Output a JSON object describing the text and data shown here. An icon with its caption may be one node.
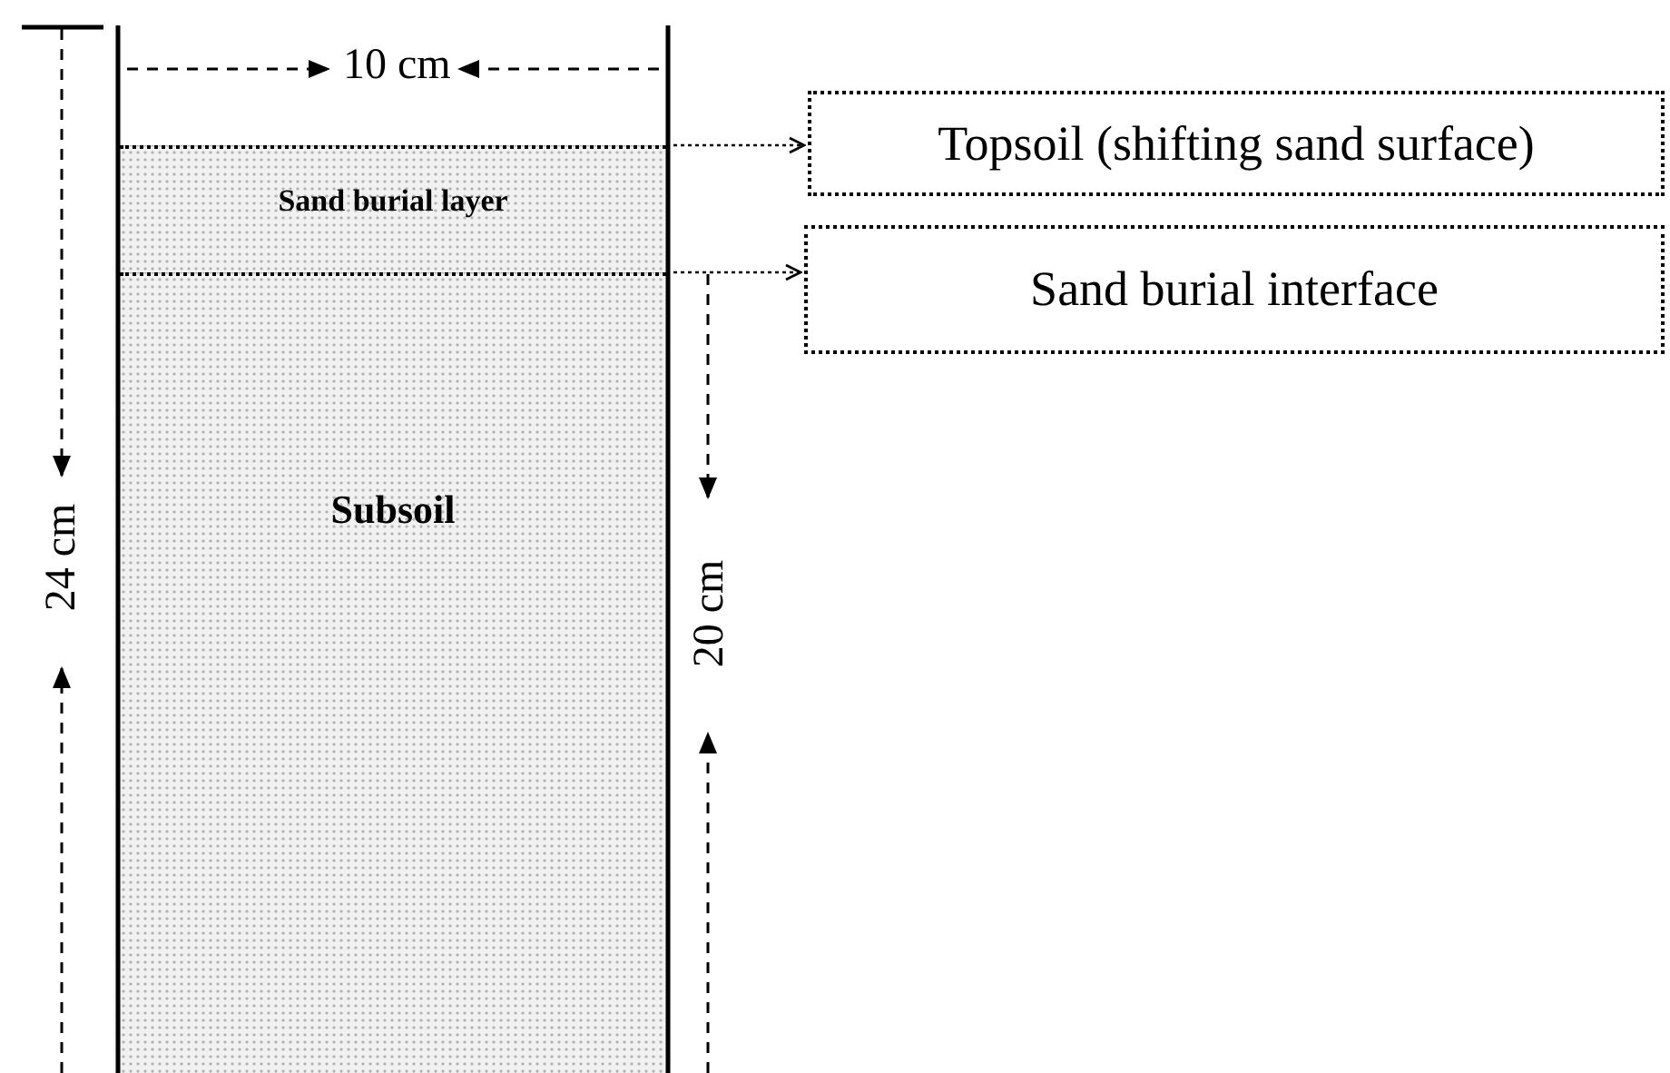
{
  "diagram": {
    "nodes": [
      {
        "text": [
          "Sand burial layer"
        ]
      },
      {
        "text": [
          "Subsoil"
        ]
      },
      {
        "text": [
          "Topsoil (shifting sand surface)"
        ]
      },
      {
        "text": [
          "Sand burial interface"
        ]
      }
    ],
    "edges": [
      {
        "from": 0,
        "to": 2,
        "arrow": "to",
        "style": "dashed"
      },
      {
        "from": 1,
        "to": 3,
        "arrow": "to",
        "style": "dashed"
      }
    ],
    "labels": [
      "10 cm",
      "24 cm",
      "20 cm"
    ]
  }
}
